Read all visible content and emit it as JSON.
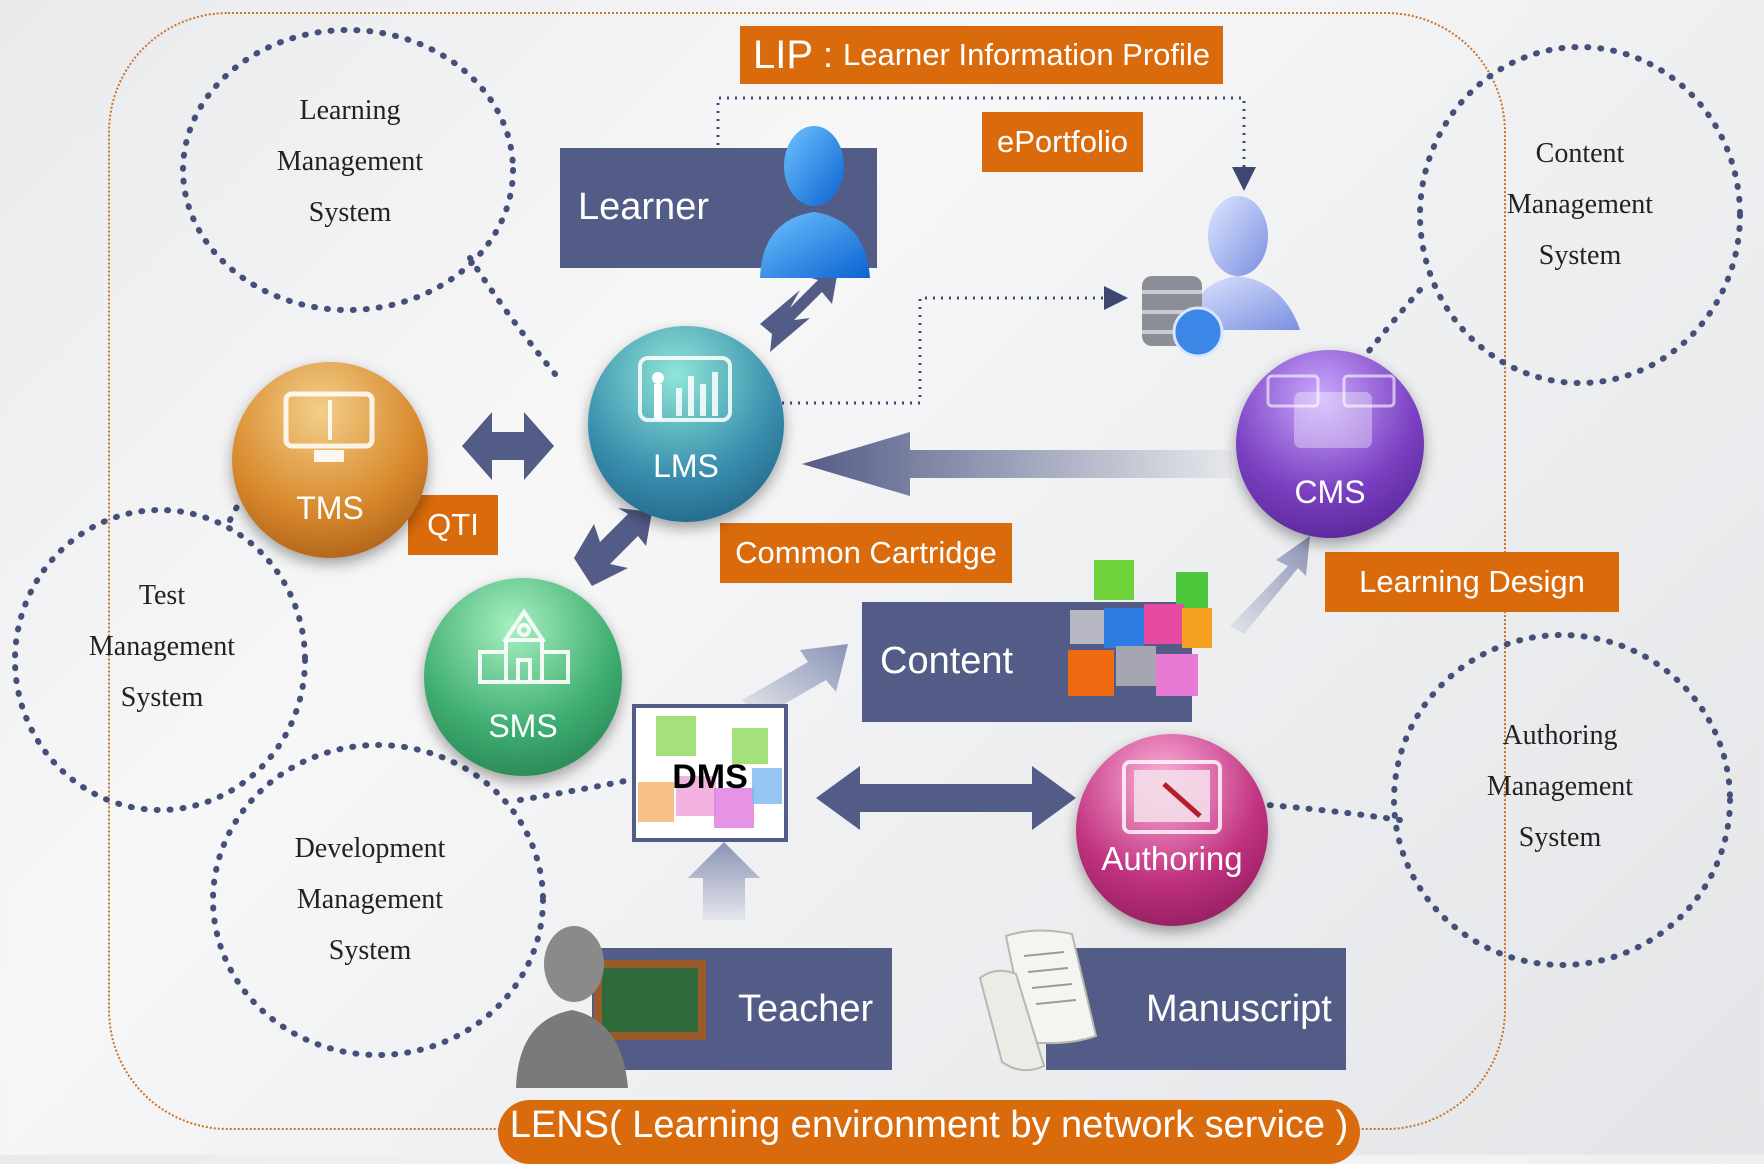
{
  "bubbles": {
    "learning": [
      "Learning",
      "Management",
      "System"
    ],
    "content": [
      "Content",
      "Management",
      "System"
    ],
    "test": [
      "Test",
      "Management",
      "System"
    ],
    "development": [
      "Development",
      "Management",
      "System"
    ],
    "authoring": [
      "Authoring",
      "Management",
      "System"
    ]
  },
  "tags": {
    "lip_short": "LIP",
    "lip_long": "Learner Information  Profile",
    "eportfolio": "ePortfolio",
    "qti": "QTI",
    "common_cartridge": "Common Cartridge",
    "learning_design": "Learning Design"
  },
  "boxes": {
    "learner": "Learner",
    "content": "Content",
    "teacher": "Teacher",
    "manuscript": "Manuscript"
  },
  "nodes": {
    "tms": "TMS",
    "lms": "LMS",
    "cms": "CMS",
    "sms": "SMS",
    "dms": "DMS",
    "authoring": "Authoring"
  },
  "footer": "LENS( Learning environment by network service )",
  "colors": {
    "box": "#525c86",
    "tag": "#d96b0c",
    "tms": "#d9892c",
    "lms": "#3a8fae",
    "cms": "#7a3fc0",
    "sms": "#3fae72",
    "authoring": "#c0327f",
    "arrow": "#525c86"
  },
  "icons": [
    "learner-person-icon",
    "database-user-icon",
    "teacher-icon",
    "manuscript-scroll-icon",
    "cubes-icon"
  ]
}
